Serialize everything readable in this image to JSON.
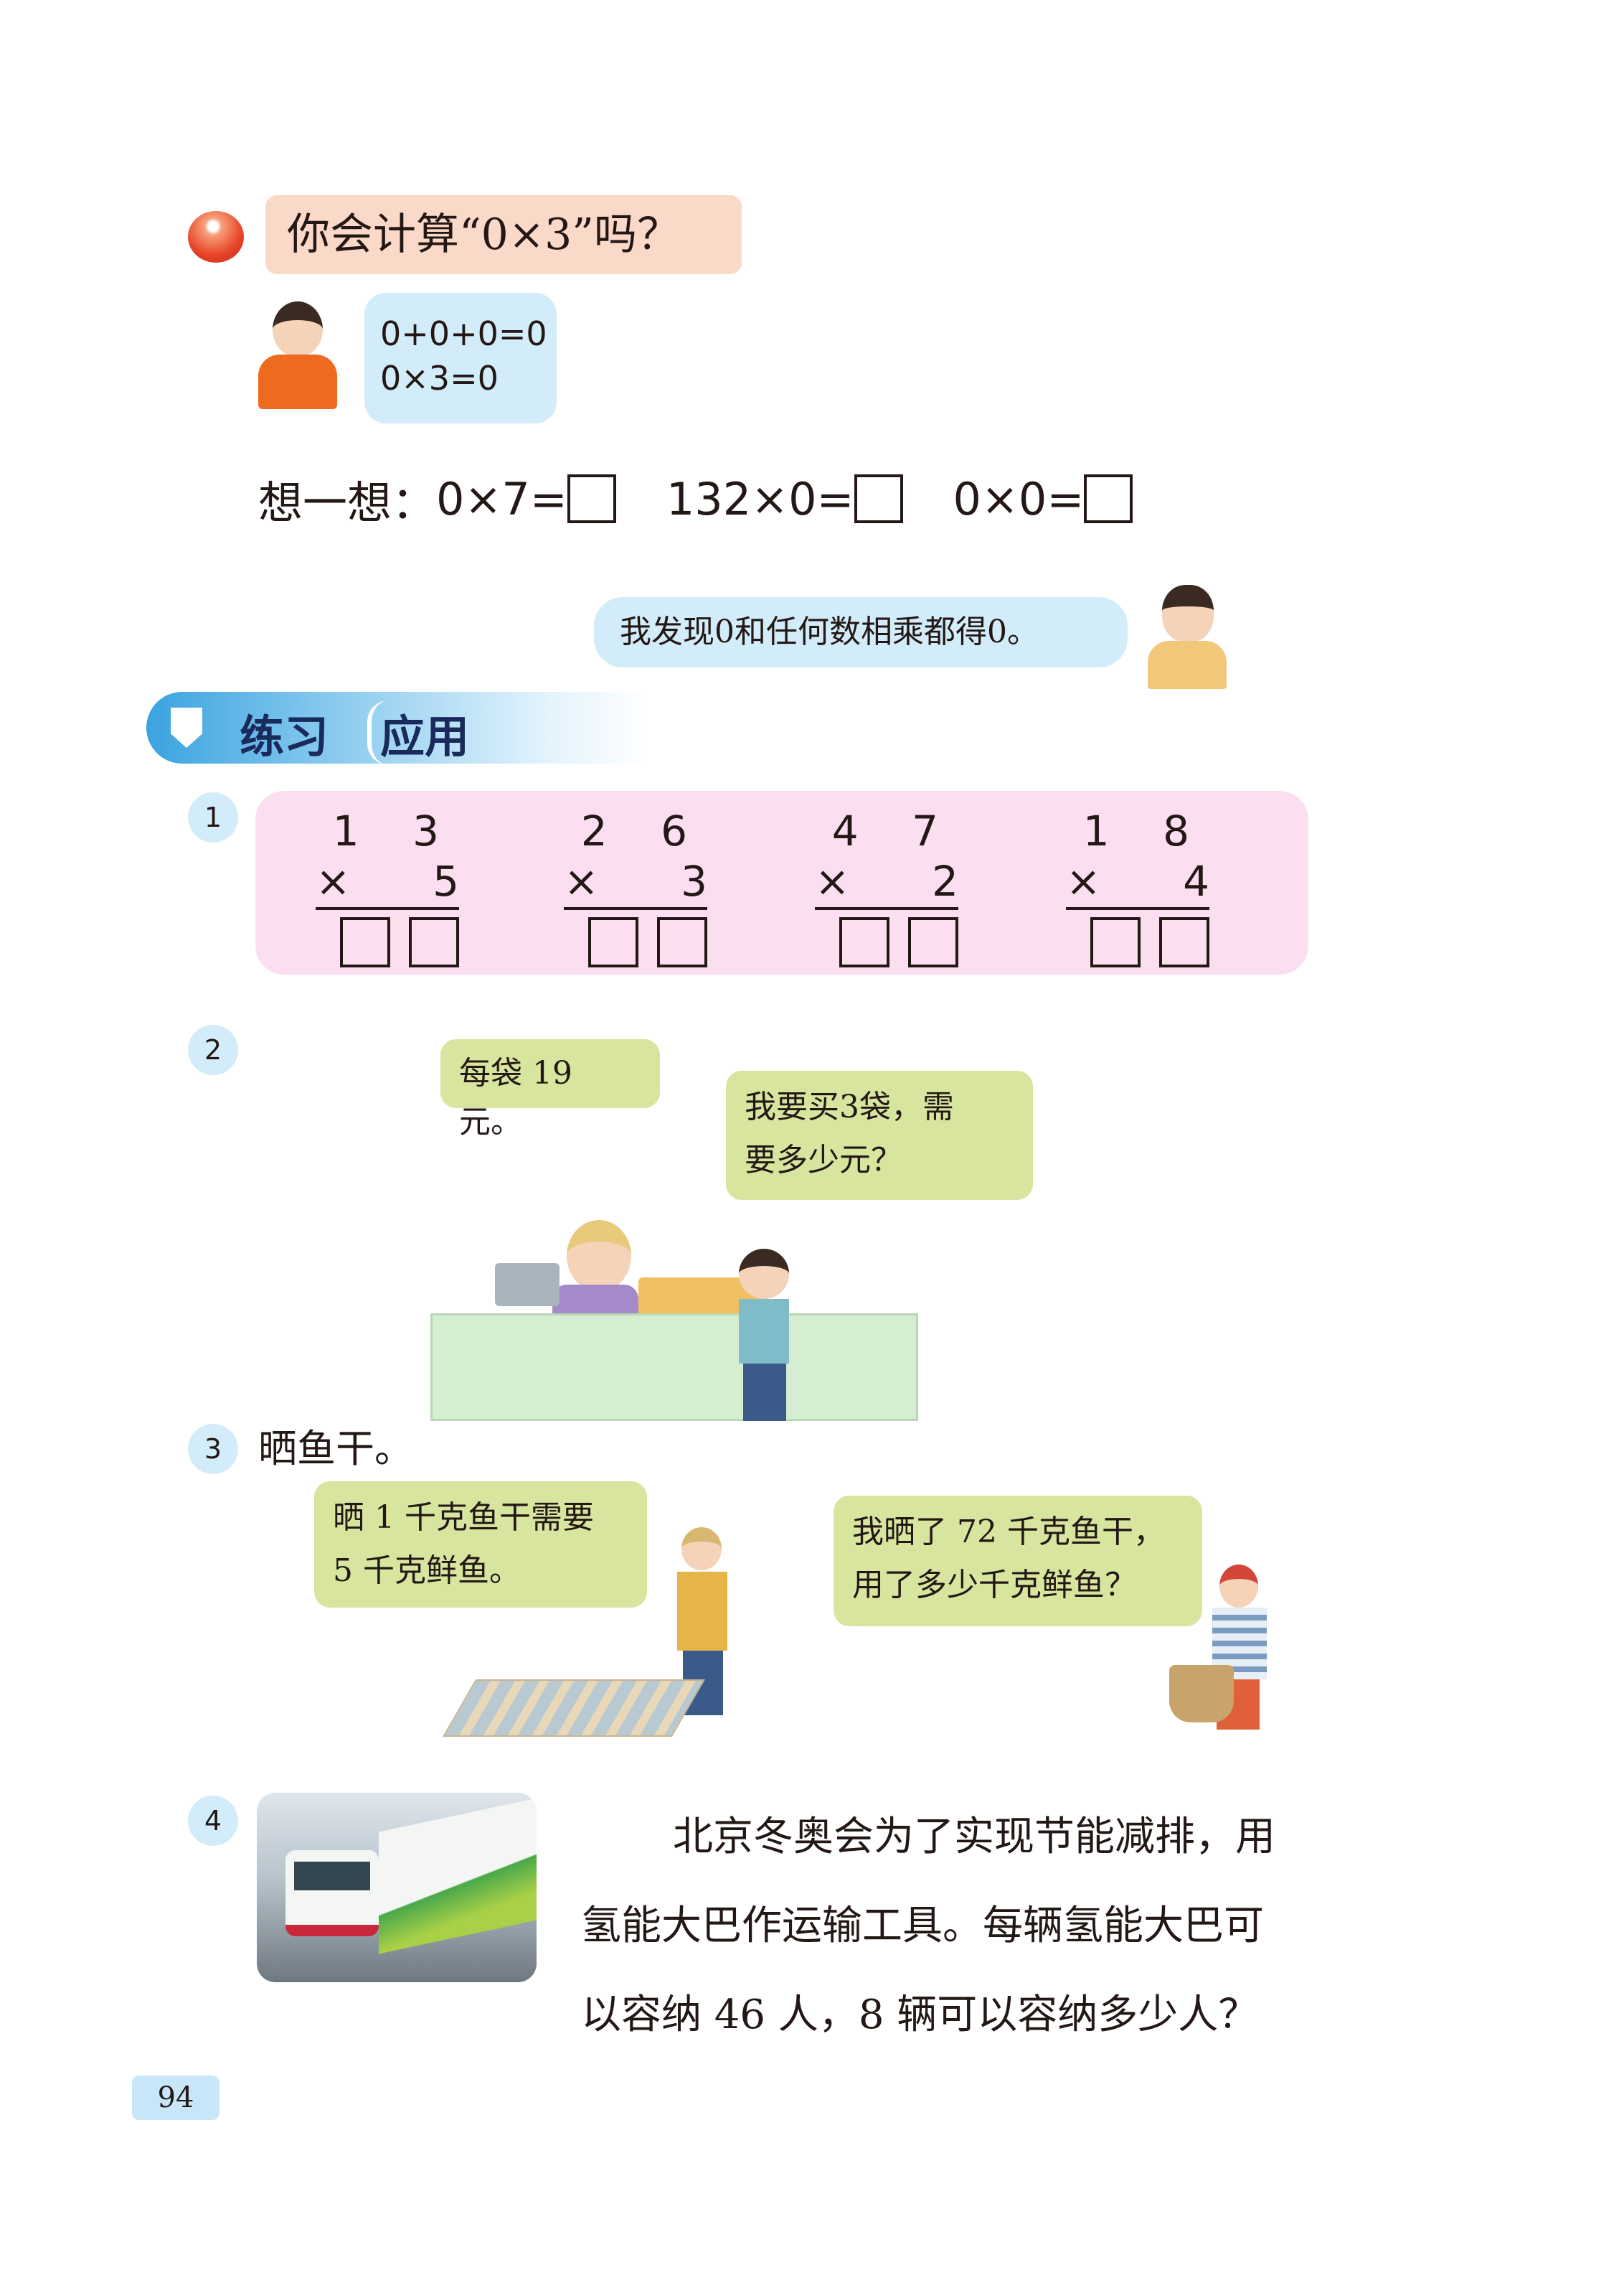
{
  "section1": {
    "title": "你会计算“0×3”吗？",
    "boy_bubble": [
      "0+0+0=0",
      "0×3=0"
    ],
    "think_label": "想一想：",
    "think_items": [
      "0×7=",
      "132×0=",
      "0×0="
    ],
    "girl_bubble": "我发现0和任何数相乘都得0。"
  },
  "banner": {
    "part1": "练习",
    "part2": "应用"
  },
  "exercises": [
    {
      "number": "1",
      "problems": [
        {
          "a": "1 3",
          "b": "5",
          "op": "×"
        },
        {
          "a": "2 6",
          "b": "3",
          "op": "×"
        },
        {
          "a": "4 7",
          "b": "2",
          "op": "×"
        },
        {
          "a": "1 8",
          "b": "4",
          "op": "×"
        }
      ]
    },
    {
      "number": "2",
      "seller_bubble": "每袋 19 元。",
      "boy_bubble": [
        "我要买3袋，需",
        "要多少元？"
      ]
    },
    {
      "number": "3",
      "title": "晒鱼干。",
      "bubble_left": [
        "晒 1 千克鱼干需要",
        "5 千克鲜鱼。"
      ],
      "bubble_right": [
        "我晒了 72 千克鱼干，",
        "用了多少千克鲜鱼？"
      ]
    },
    {
      "number": "4",
      "text": [
        "北京冬奥会为了实现节能减排，用",
        "氢能大巴作运输工具。每辆氢能大巴可",
        "以容纳 46 人，8 辆可以容纳多少人？"
      ]
    }
  ],
  "page_number": "94"
}
